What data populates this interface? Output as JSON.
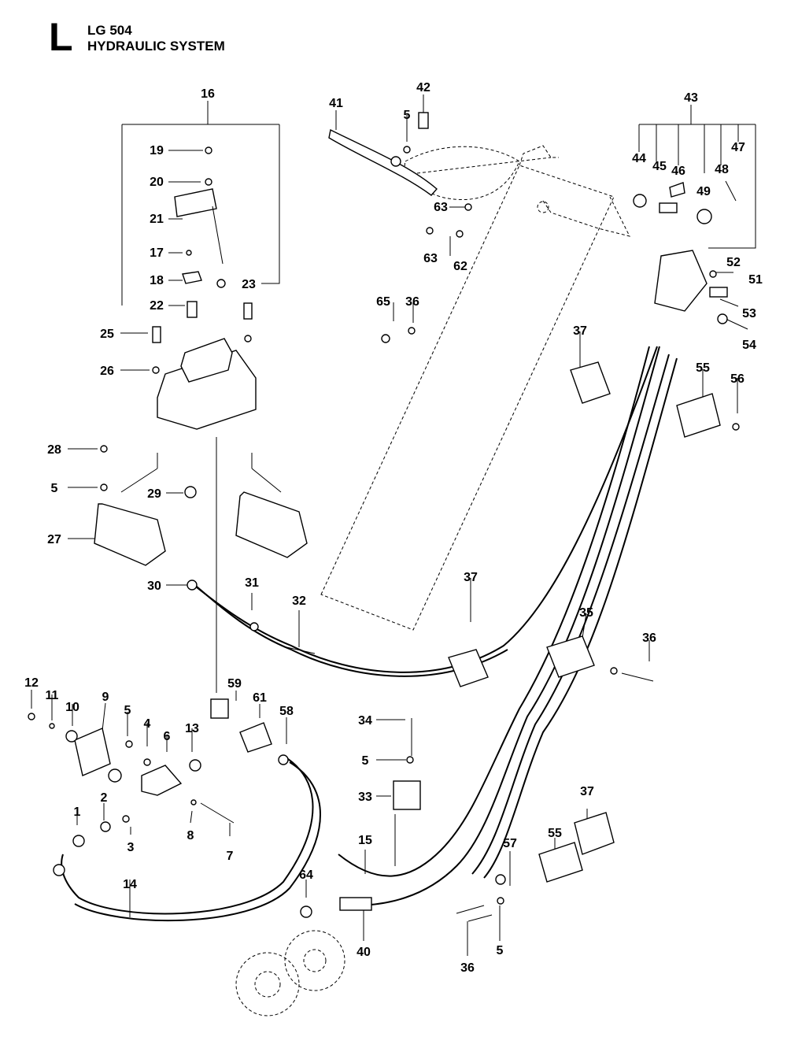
{
  "header": {
    "section_letter": "L",
    "model": "LG 504",
    "title": "HYDRAULIC SYSTEM"
  },
  "callouts": [
    "1",
    "2",
    "3",
    "4",
    "5",
    "6",
    "7",
    "8",
    "9",
    "10",
    "11",
    "12",
    "13",
    "14",
    "15",
    "16",
    "17",
    "18",
    "19",
    "20",
    "21",
    "22",
    "23",
    "25",
    "26",
    "27",
    "28",
    "29",
    "30",
    "31",
    "32",
    "33",
    "34",
    "35",
    "36",
    "37",
    "40",
    "41",
    "42",
    "43",
    "44",
    "45",
    "46",
    "47",
    "48",
    "49",
    "51",
    "52",
    "53",
    "54",
    "55",
    "56",
    "57",
    "58",
    "59",
    "61",
    "62",
    "63",
    "64",
    "65"
  ]
}
